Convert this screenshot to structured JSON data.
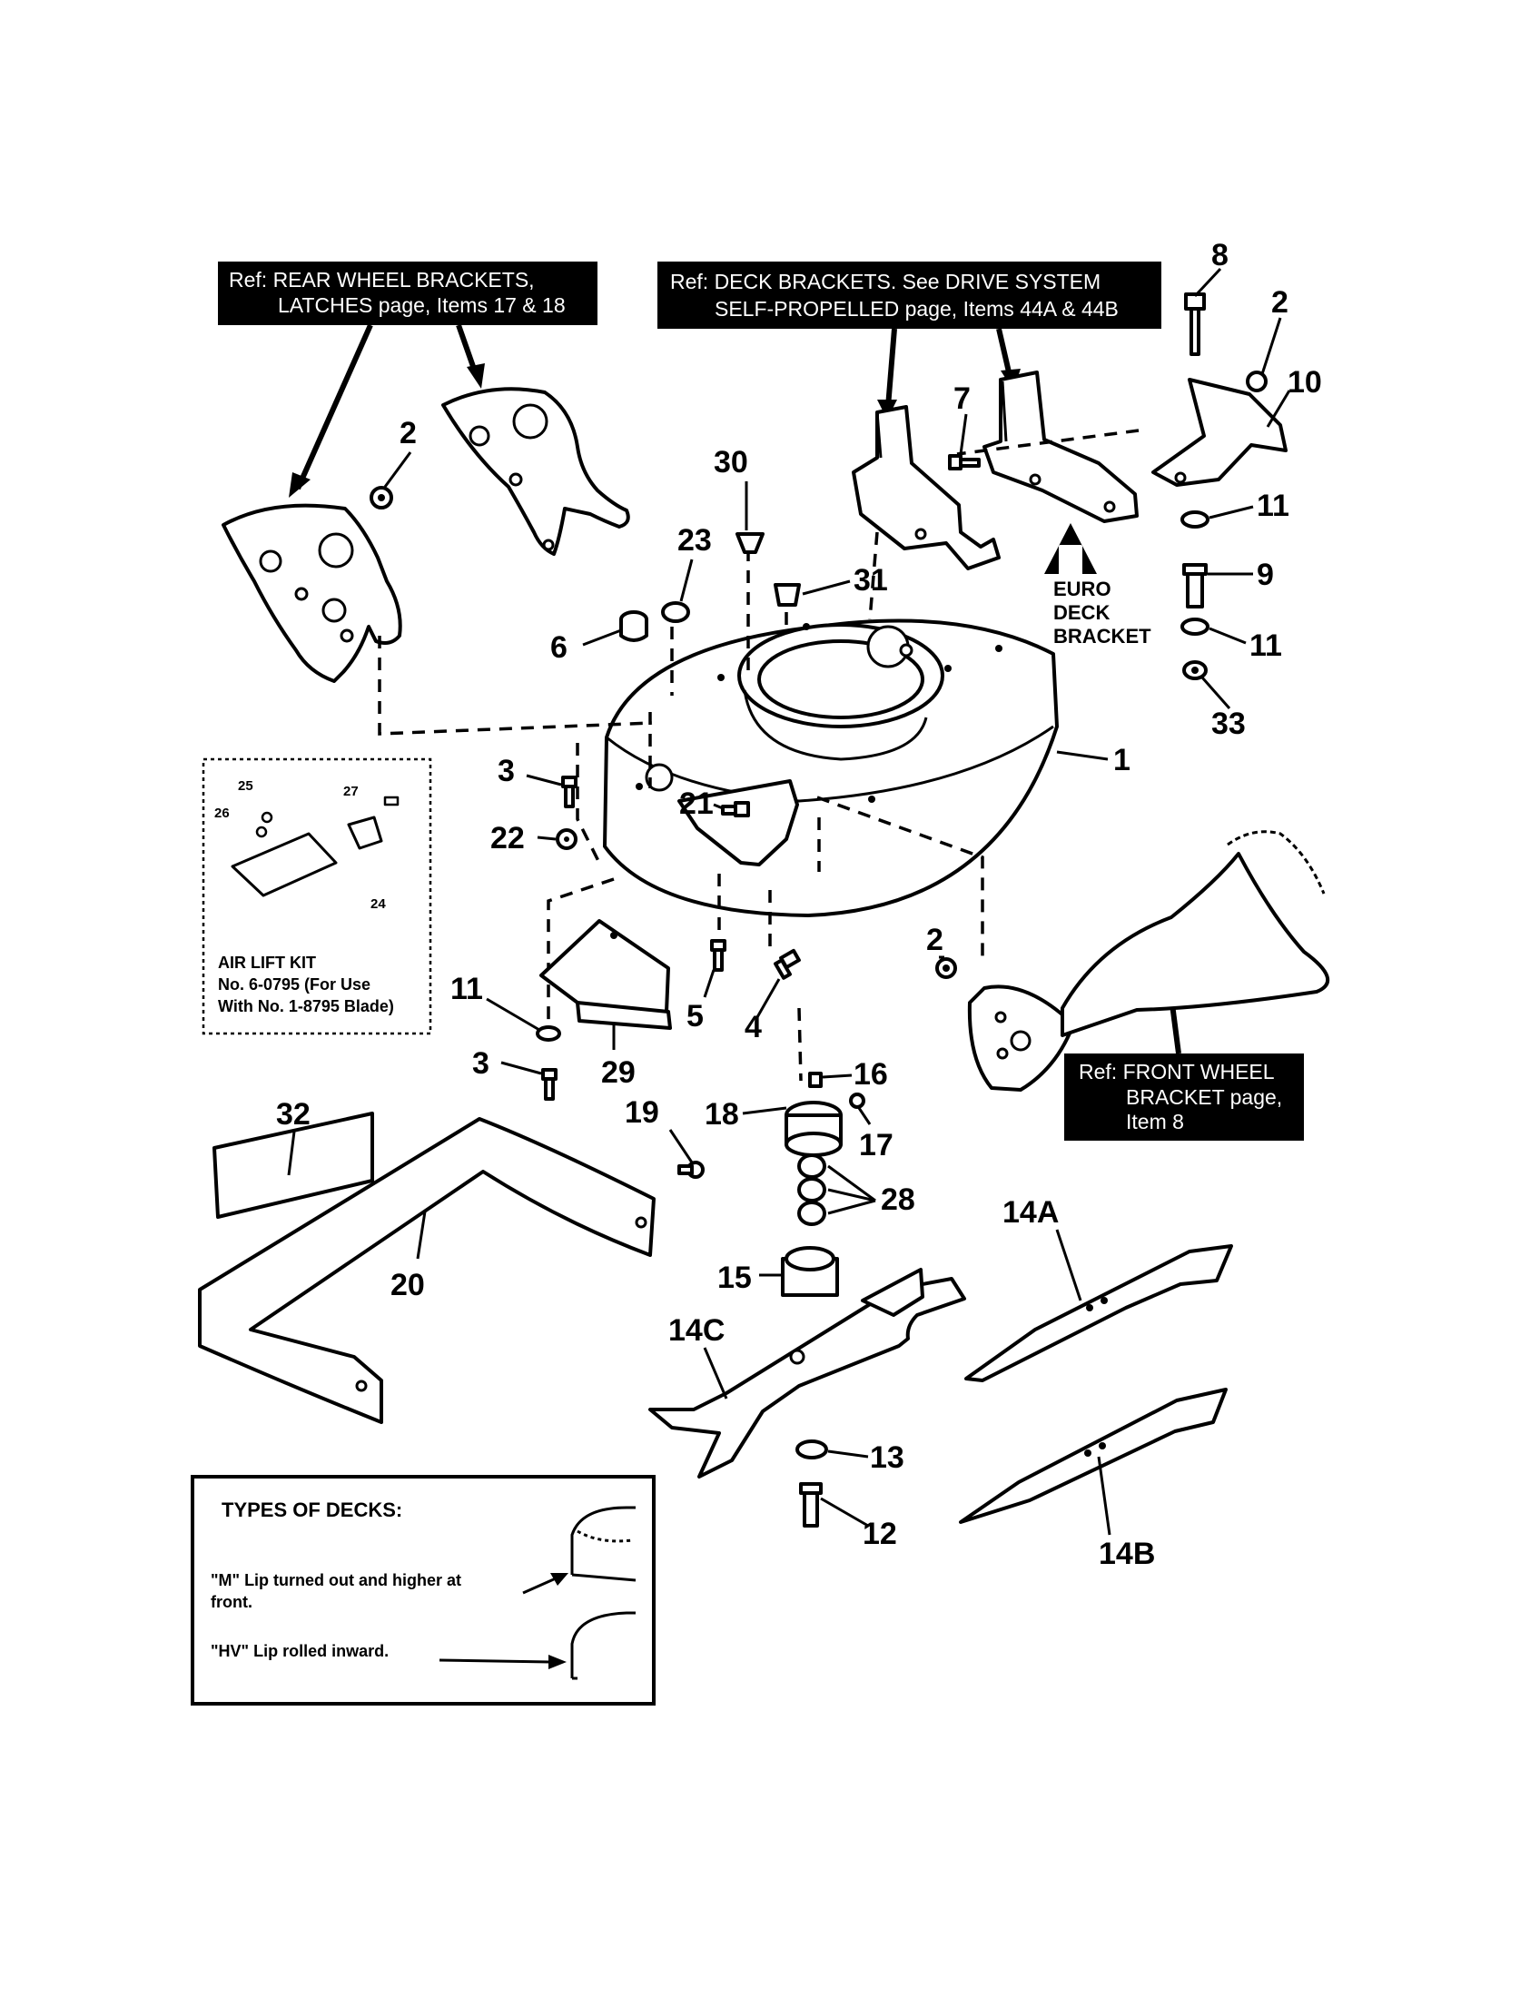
{
  "refs": {
    "rear_line1": "Ref: REAR WHEEL BRACKETS,",
    "rear_line2": "LATCHES page, Items 17 & 18",
    "deck_line1": "Ref: DECK BRACKETS. See DRIVE SYSTEM",
    "deck_line2": "SELF-PROPELLED page, Items 44A & 44B",
    "front_line1": "Ref: FRONT WHEEL",
    "front_line2": "BRACKET page,",
    "front_line3": "Item 8"
  },
  "euro_bracket": {
    "line1": "EURO",
    "line2": "DECK",
    "line3": "BRACKET"
  },
  "air_lift_kit": {
    "line1": "AIR LIFT KIT",
    "line2": "No. 6-0795 (For Use",
    "line3": "With No. 1-8795 Blade)",
    "callouts": [
      "25",
      "26",
      "27",
      "24"
    ]
  },
  "deck_types": {
    "title": "TYPES OF DECKS:",
    "m_line1": "\"M\" Lip turned out and higher at",
    "m_line2": "front.",
    "hv_line1": "\"HV\" Lip rolled inward."
  },
  "callouts": {
    "c1": "1",
    "c2a": "2",
    "c2b": "2",
    "c2c": "2",
    "c3a": "3",
    "c3b": "3",
    "c4": "4",
    "c5": "5",
    "c6": "6",
    "c7": "7",
    "c8": "8",
    "c9": "9",
    "c10": "10",
    "c11a": "11",
    "c11b": "11",
    "c11c": "11",
    "c12": "12",
    "c13": "13",
    "c14a": "14A",
    "c14b": "14B",
    "c14c": "14C",
    "c15": "15",
    "c16": "16",
    "c17": "17",
    "c18": "18",
    "c19": "19",
    "c20": "20",
    "c21": "21",
    "c22": "22",
    "c23": "23",
    "c28": "28",
    "c29": "29",
    "c30": "30",
    "c31": "31",
    "c32": "32",
    "c33": "33"
  }
}
